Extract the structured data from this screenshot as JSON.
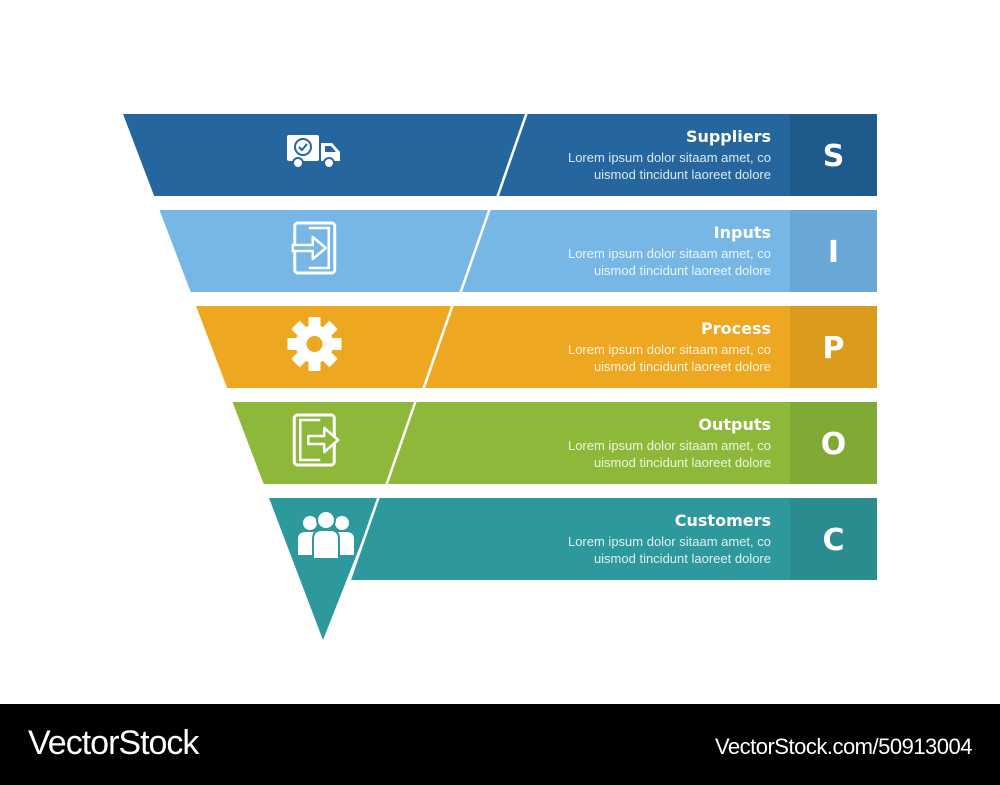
{
  "sipoc": {
    "rows": [
      {
        "title": "Suppliers",
        "desc_line1": "Lorem ipsum dolor sitaam amet, co",
        "desc_line2": "uismod tincidunt laoreet dolore",
        "letter": "S",
        "icon": "delivery-truck-icon",
        "color": "#25669f",
        "letter_bg": "#1f5a8d"
      },
      {
        "title": "Inputs",
        "desc_line1": "Lorem ipsum dolor sitaam amet, co",
        "desc_line2": "uismod tincidunt laoreet dolore",
        "letter": "I",
        "icon": "sign-in-icon",
        "color": "#76b7e5",
        "letter_bg": "#69a8d6"
      },
      {
        "title": "Process",
        "desc_line1": "Lorem ipsum dolor sitaam amet, co",
        "desc_line2": "uismod tincidunt laoreet dolore",
        "letter": "P",
        "icon": "gear-icon",
        "color": "#eea720",
        "letter_bg": "#dc9a1c"
      },
      {
        "title": "Outputs",
        "desc_line1": "Lorem ipsum dolor sitaam amet, co",
        "desc_line2": "uismod tincidunt laoreet dolore",
        "letter": "O",
        "icon": "sign-out-icon",
        "color": "#8db83a",
        "letter_bg": "#80aa34"
      },
      {
        "title": "Customers",
        "desc_line1": "Lorem ipsum dolor sitaam amet, co",
        "desc_line2": "uismod tincidunt laoreet dolore",
        "letter": "C",
        "icon": "people-group-icon",
        "color": "#2e999c",
        "letter_bg": "#2a8c8f"
      }
    ]
  },
  "footer": {
    "brand": "VectorStock",
    "image_id": "VectorStock.com/50913004",
    "background": "#000000"
  }
}
